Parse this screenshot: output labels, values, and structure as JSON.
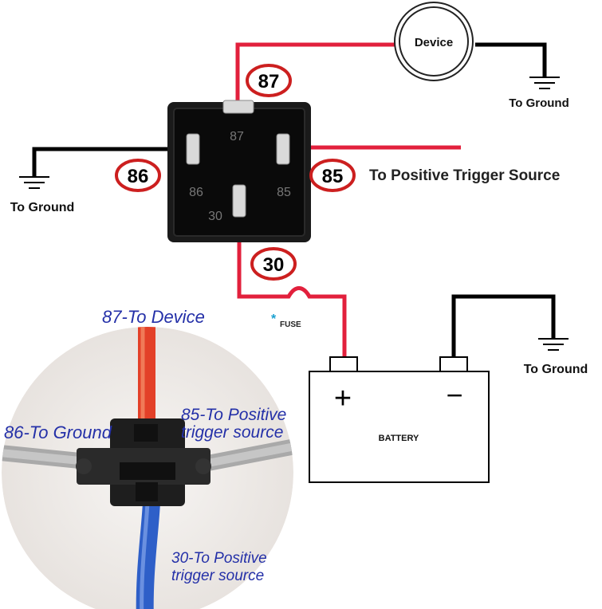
{
  "device": {
    "label": "Device"
  },
  "grounds": {
    "device_ground": "To Ground",
    "left_ground": "To Ground",
    "battery_ground": "To Ground"
  },
  "trigger": {
    "label": "To Positive Trigger Source"
  },
  "callouts": {
    "c87": "87",
    "c86": "86",
    "c85": "85",
    "c30": "30"
  },
  "relay_pins": {
    "p87": "87",
    "p86": "86",
    "p85": "85",
    "p30": "30"
  },
  "fuse": {
    "star": "*",
    "label": "FUSE"
  },
  "battery": {
    "label": "BATTERY",
    "plus": "+",
    "minus": "−"
  },
  "photo_labels": {
    "l87": "87-To Device",
    "l86": "86-To Ground",
    "l85_line1": "85-To Positive",
    "l85_line2": "trigger source",
    "l30_line1": "30-To Positive",
    "l30_line2": "trigger source"
  },
  "colors": {
    "wire_red": "#e2203c",
    "wire_black": "#000000",
    "callout_ring": "#cc1f1f",
    "photo_label_blue": "#2430a8",
    "blue_wire": "#2e5fc8"
  }
}
